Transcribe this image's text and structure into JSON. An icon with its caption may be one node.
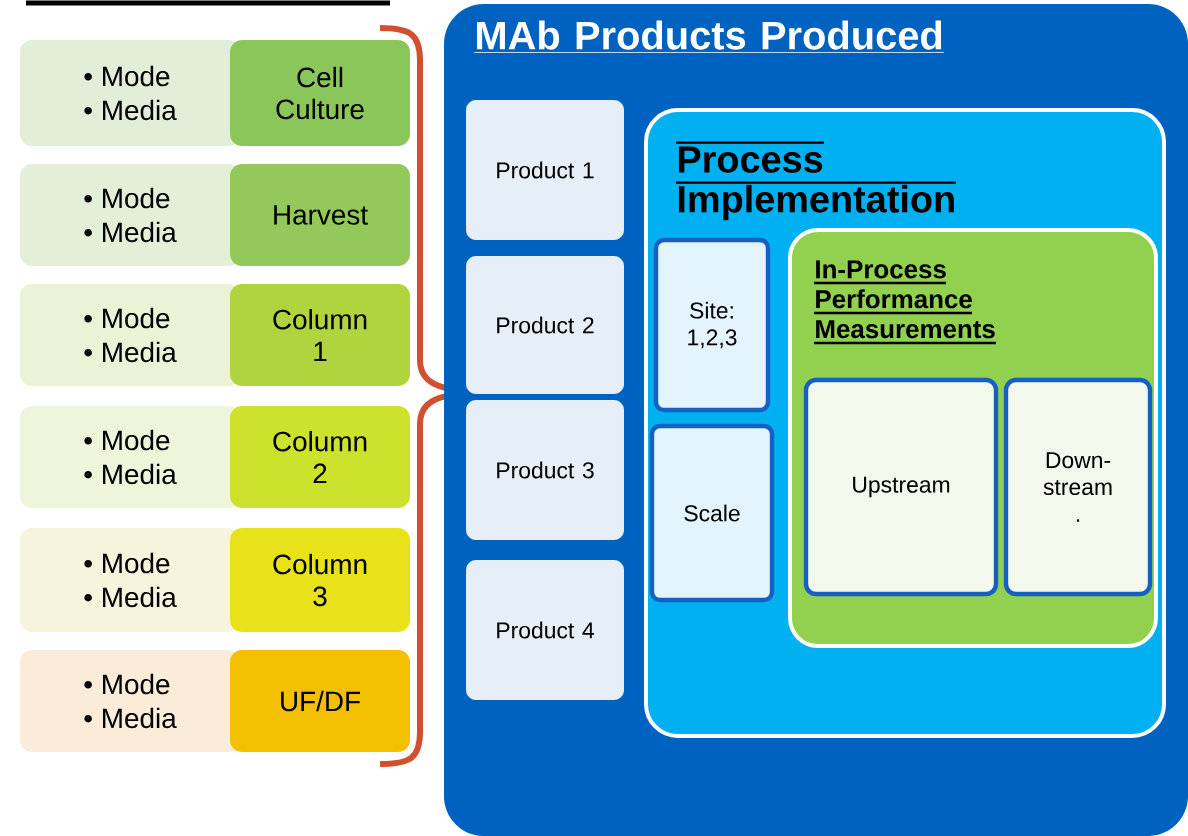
{
  "diagram": {
    "nodes": [
      {
        "text": [
          "• Mode",
          "• Media"
        ]
      },
      {
        "text": [
          "Cell Culture"
        ]
      },
      {
        "text": [
          "• Mode",
          "• Media"
        ]
      },
      {
        "text": [
          "Harvest"
        ]
      },
      {
        "text": [
          "• Mode",
          "• Media"
        ]
      },
      {
        "text": [
          "Column 1"
        ]
      },
      {
        "text": [
          "• Mode",
          "• Media"
        ]
      },
      {
        "text": [
          "Column 2"
        ]
      },
      {
        "text": [
          "• Mode",
          "• Media"
        ]
      },
      {
        "text": [
          "Column 3"
        ]
      },
      {
        "text": [
          "• Mode",
          "• Media"
        ]
      },
      {
        "text": [
          "UF/DF"
        ]
      },
      {
        "text": [
          "MAb Products Produced"
        ]
      },
      {
        "text": [
          "Product 1"
        ],
        "in": 12
      },
      {
        "text": [
          "Product 2"
        ],
        "in": 12
      },
      {
        "text": [
          "Product 3"
        ],
        "in": 12
      },
      {
        "text": [
          "Product 4"
        ],
        "in": 12
      },
      {
        "text": [
          "Process Implementation"
        ],
        "in": 12
      },
      {
        "text": [
          "Site: 1,2,3"
        ],
        "in": 17
      },
      {
        "text": [
          "Scale"
        ],
        "in": 17
      },
      {
        "text": [
          "In-Process Performance Measurements"
        ],
        "in": 17
      },
      {
        "text": [
          "Upstream"
        ],
        "in": 20
      },
      {
        "text": [
          "Down- stream ."
        ],
        "in": 20
      }
    ]
  }
}
